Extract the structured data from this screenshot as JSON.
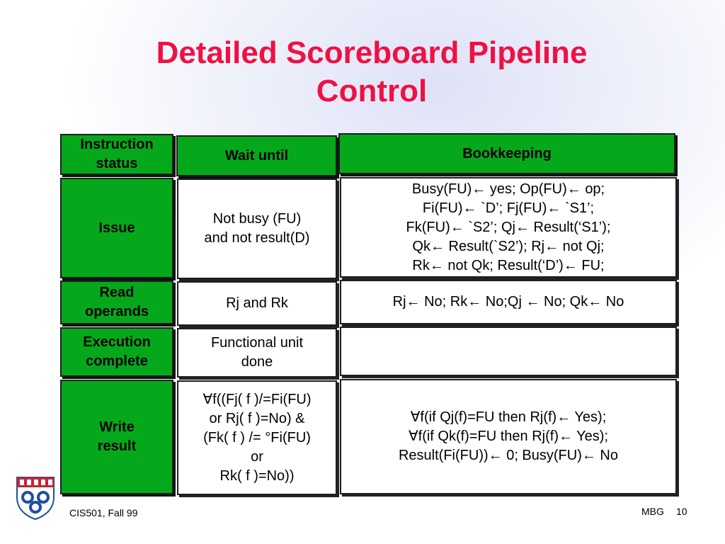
{
  "title": "Detailed Scoreboard Pipeline\nControl",
  "headers": {
    "instruction_status": "Instruction\nstatus",
    "wait_until": "Wait until",
    "bookkeeping": "Bookkeeping"
  },
  "rows": [
    {
      "stage": "Issue",
      "wait": "Not busy (FU)\nand not result(D)",
      "book": "Busy(FU)← yes; Op(FU)← op;\nFi(FU)← `D’; Fj(FU)← `S1’;\nFk(FU)← `S2’; Qj← Result(‘S1’);\nQk←  Result(`S2’);  Rj← not Qj;\nRk← not Qk; Result(‘D’)← FU;"
    },
    {
      "stage": "Read\noperands",
      "wait": "Rj and Rk",
      "book": "Rj← No; Rk← No;Qj ← No; Qk← No"
    },
    {
      "stage": "Execution\ncomplete",
      "wait": "Functional unit\ndone",
      "book": ""
    },
    {
      "stage": "Write\nresult",
      "wait": "∀f((Fj( f )/=Fi(FU)\nor Rj( f )=No) &\n(Fk( f ) /= °Fi(FU)\nor\nRk( f )=No))",
      "book": "∀f(if Qj(f)=FU then Rj(f)← Yes);\n∀f(if Qk(f)=FU then Rj(f)← Yes);\nResult(Fi(FU))← 0; Busy(FU)← No"
    }
  ],
  "footer": {
    "course": "CIS501, Fall 99",
    "author": "MBG",
    "page": "10"
  },
  "colors": {
    "title": "#ee1144",
    "header_green": "#06a81b",
    "logo_red": "#c8242f",
    "logo_blue": "#1f4fa0"
  },
  "icons": [
    "university-shield-logo"
  ]
}
